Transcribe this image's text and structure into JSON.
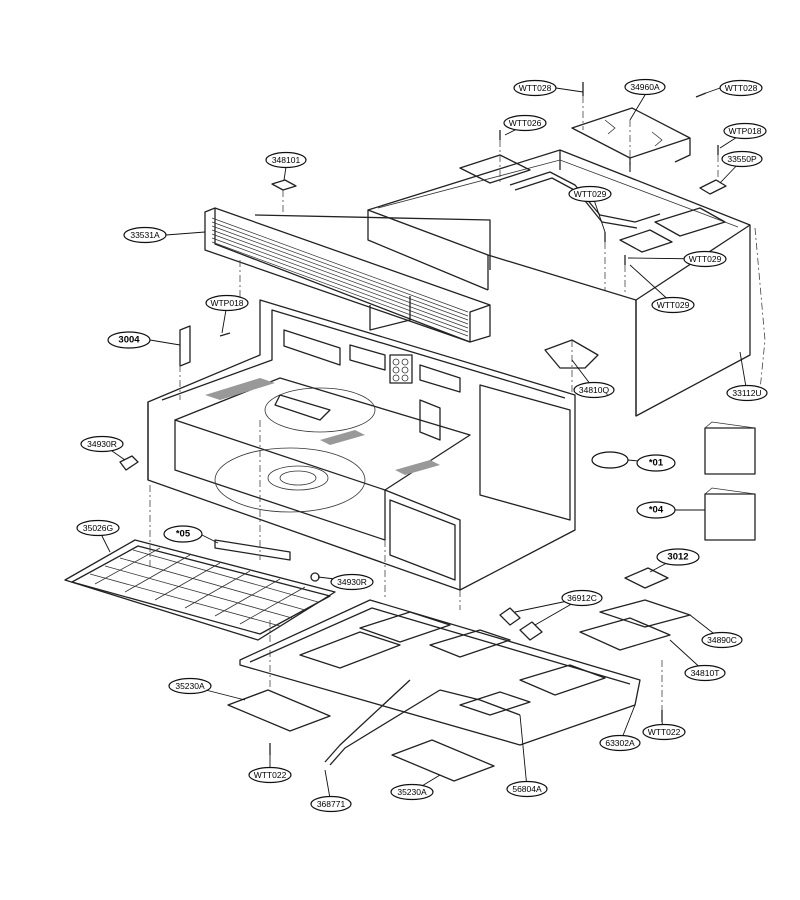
{
  "labels": {
    "wtt028_a": "WTT028",
    "p34960a": "34960A",
    "wtt028_b": "WTT028",
    "wtt026": "WTT026",
    "wtp018_a": "WTP018",
    "p348101": "348101",
    "p33550p": "33550P",
    "wtt029_a": "WTT029",
    "p33531a": "33531A",
    "wtt029_b": "WTT029",
    "wtt029_c": "WTT029",
    "wtp018_b": "WTP018",
    "p3004": "3004",
    "p34810q": "34810Q",
    "p33112u": "33112U",
    "p34930r_a": "34930R",
    "s01": "*01",
    "s04": "*04",
    "p35026g": "35026G",
    "s05": "*05",
    "p34930r_b": "34930R",
    "p3012": "3012",
    "p36912c": "36912C",
    "p34890c": "34890C",
    "p34810t": "34810T",
    "p35230a_a": "35230A",
    "wtt022_a": "WTT022",
    "p63302a": "63302A",
    "wtt022_b": "WTT022",
    "p368771": "368771",
    "p35230a_b": "35230A",
    "p56804a": "56804A"
  }
}
